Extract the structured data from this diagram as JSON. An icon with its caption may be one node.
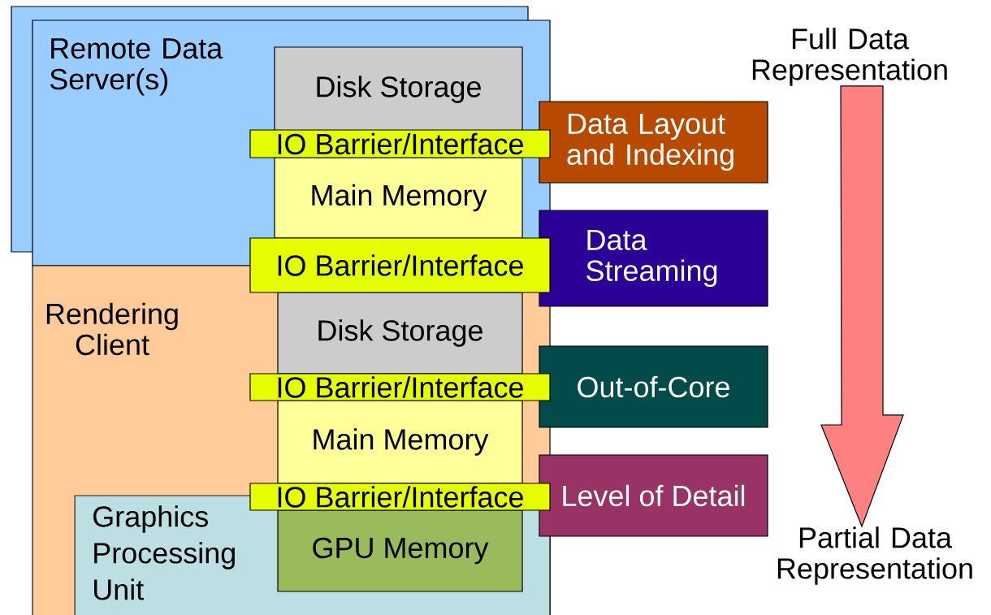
{
  "diagram": {
    "nodes": [
      {
        "text": [
          "Remote Data Server(s)"
        ]
      },
      {
        "text": [
          "Rendering Client"
        ]
      },
      {
        "text": [
          "Graphics Processing Unit"
        ],
        "in": 1
      },
      {
        "text": [
          "Disk Storage"
        ],
        "in": 0
      },
      {
        "text": [
          "IO Barrier/Interface"
        ],
        "in": 0
      },
      {
        "text": [
          "Main Memory"
        ],
        "in": 0
      },
      {
        "text": [
          "IO Barrier/Interface"
        ]
      },
      {
        "text": [
          "Disk Storage"
        ],
        "in": 1
      },
      {
        "text": [
          "IO Barrier/Interface"
        ],
        "in": 1
      },
      {
        "text": [
          "Main Memory"
        ],
        "in": 1
      },
      {
        "text": [
          "IO Barrier/Interface"
        ],
        "in": 1
      },
      {
        "text": [
          "GPU Memory"
        ],
        "in": 2
      },
      {
        "text": [
          "Data Layout and Indexing"
        ]
      },
      {
        "text": [
          "Data Streaming"
        ]
      },
      {
        "text": [
          "Out-of-Core"
        ]
      },
      {
        "text": [
          "Level of Detail"
        ]
      },
      {
        "text": [
          "Full Data Representation"
        ]
      },
      {
        "text": [
          "Partial Data Representation"
        ]
      }
    ],
    "edges": [
      {
        "from": 16,
        "to": 17,
        "arrow": "to"
      }
    ]
  }
}
